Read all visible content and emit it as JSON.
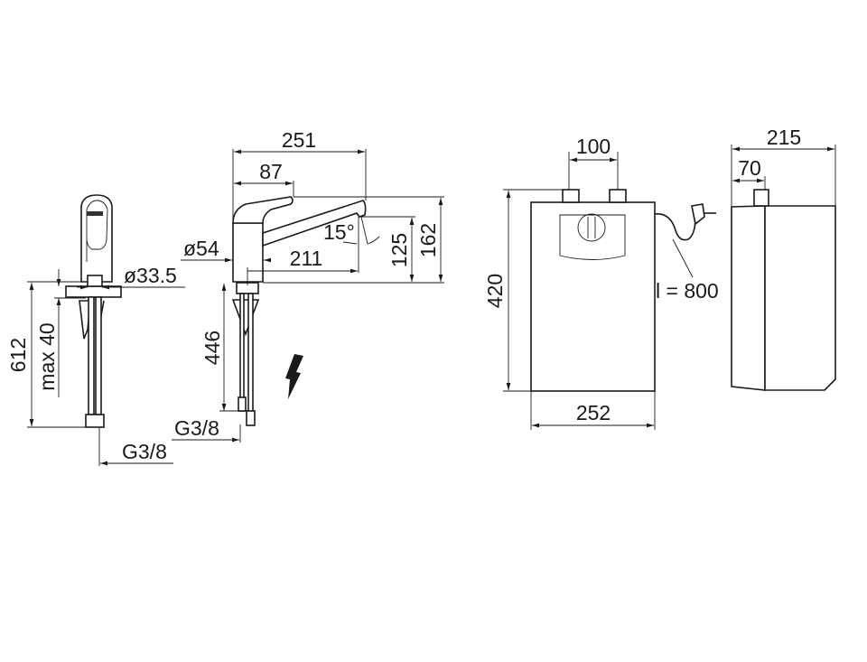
{
  "faucet_front": {
    "dim_total_height": "612",
    "dim_max_counter": "max 40",
    "dim_shank_diameter": "ø33.5",
    "dim_thread": "G3/8"
  },
  "faucet_side": {
    "dim_reach": "251",
    "dim_handle": "87",
    "dim_height": "162",
    "dim_spout_height": "125",
    "dim_spout_reach": "211",
    "dim_body_diameter": "ø54",
    "dim_angle": "15°",
    "dim_hose_length": "446",
    "dim_thread": "G3/8"
  },
  "heater_front": {
    "dim_connection_spacing": "100",
    "dim_height": "420",
    "dim_width": "252",
    "dim_cable_length": "l = 800"
  },
  "heater_side": {
    "dim_depth": "215",
    "dim_connection_offset": "70"
  },
  "colors": {
    "line": "#1a1a1a",
    "background": "#ffffff"
  }
}
